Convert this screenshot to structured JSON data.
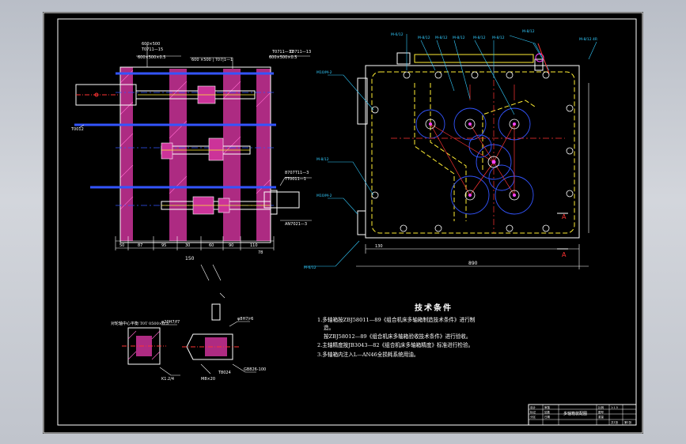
{
  "colors": {
    "background": "#000000",
    "line": "#ffffff",
    "hatch": "#cc3399",
    "centerline": "#3355ff",
    "yellow": "#ffee33",
    "red": "#ff3333",
    "cyan": "#33ccff",
    "green": "#33cc55",
    "magenta": "#ff44ff"
  },
  "left_view": {
    "fit_labels": [
      "600×500",
      "T0711—15",
      "600×500×0.5",
      "600 ×500 | T07|1—1",
      "T0711—13"
    ],
    "fits_right": [
      "T0711—12",
      "600×500×0.5"
    ],
    "left_label": "T0012",
    "right_labels": [
      "8707T11—3",
      "TT0011—1",
      "AN7021—3"
    ],
    "bottom_dims": [
      "50",
      "87",
      "95",
      "30",
      "60",
      "90",
      "110",
      "78"
    ],
    "dim_overall": "150"
  },
  "front_view": {
    "labels": [
      "M-6/12",
      "M-8/12",
      "M-8/12",
      "M-8/12",
      "M-8/12",
      "M-8/12",
      "M-8/12",
      "M-8/12 4R"
    ],
    "side_labels": [
      "M10/M-2",
      "M-8/12",
      "M10/M-2",
      "M-6/12"
    ],
    "dims": [
      "130",
      "890"
    ],
    "section_mark": "A"
  },
  "section_detail": {
    "labels": [
      "对轮轴中心平衡 T0T 0500×0.5",
      "φ20H7/f7",
      "K1.2/4",
      "φ8H7/r6",
      "M8×20",
      "T8024",
      "GB826-100"
    ]
  },
  "notes": {
    "title": "技术条件",
    "lines": [
      "1.多轴箱按ZBJ58011—89《组合机床多轴箱制造技术条件》进行制",
      "造。",
      "按ZBJ58012—89《组合机床多轴箱验收技术条件》进行验收。",
      "2.主轴精度按JB3043—82《组合机床多轴箱精度》标准进行检验。",
      "3.多轴箱内注入L—AN46全损耗系统用油。"
    ]
  },
  "title_block": {
    "name": "多轴箱装配图",
    "cells": [
      "设计",
      "审核",
      "标记",
      "处数",
      "分区",
      "日期",
      "比例",
      "1:1.5",
      "图号",
      "重量",
      "共1张",
      "第1张"
    ]
  }
}
